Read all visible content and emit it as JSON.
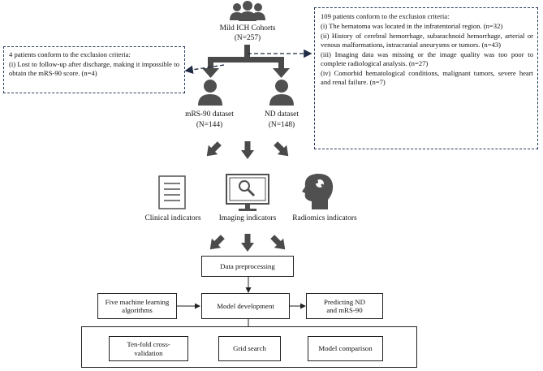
{
  "cohort": {
    "title": "Mild ICH  Cohorts",
    "count": "(N=257)"
  },
  "left_exclusion": {
    "heading": "4 patients conform to the exclusion criteria:",
    "items": [
      "(i) Lost to follow-up after discharge, making it impossible to obtain the mRS-90 score. (n=4)"
    ]
  },
  "right_exclusion": {
    "heading": "109 patients conform to the exclusion criteria:",
    "items": [
      "(i) The hematoma was located in the infratentorial region. (n=32)",
      "(ii) History of cerebral hemorrhage, subarachnoid hemorrhage, arterial or venous malformations, intracranial aneurysms or tumors. (n=43)",
      "(iii) Imaging data was missing or the image quality was too poor to complete radiological analysis. (n=27)",
      "(iv) Comorbid hematological conditions, malignant tumors, severe heart and renal failure. (n=7)"
    ]
  },
  "datasets": [
    {
      "name": "mRS-90 dataset",
      "count": "(N=144)"
    },
    {
      "name": "ND dataset",
      "count": "(N=148)"
    }
  ],
  "indicators": [
    {
      "label": "Clinical indicators",
      "icon": "document-icon"
    },
    {
      "label": "Imaging indicators",
      "icon": "monitor-magnifier-icon"
    },
    {
      "label": "Radiomics indicators",
      "icon": "head-brain-icon"
    }
  ],
  "steps": {
    "preprocessing": "Data preprocessing",
    "algorithms": "Five machine learning algorithms",
    "development": "Model development",
    "predicting": "Predicting ND and mRS-90",
    "cross_validation": "Ten-fold cross-validation",
    "grid_search": "Grid search",
    "comparison": "Model comparison"
  },
  "colors": {
    "arrow": "#4a4a4a",
    "icon": "#505050",
    "dashed_border": "#2a3a5c"
  }
}
